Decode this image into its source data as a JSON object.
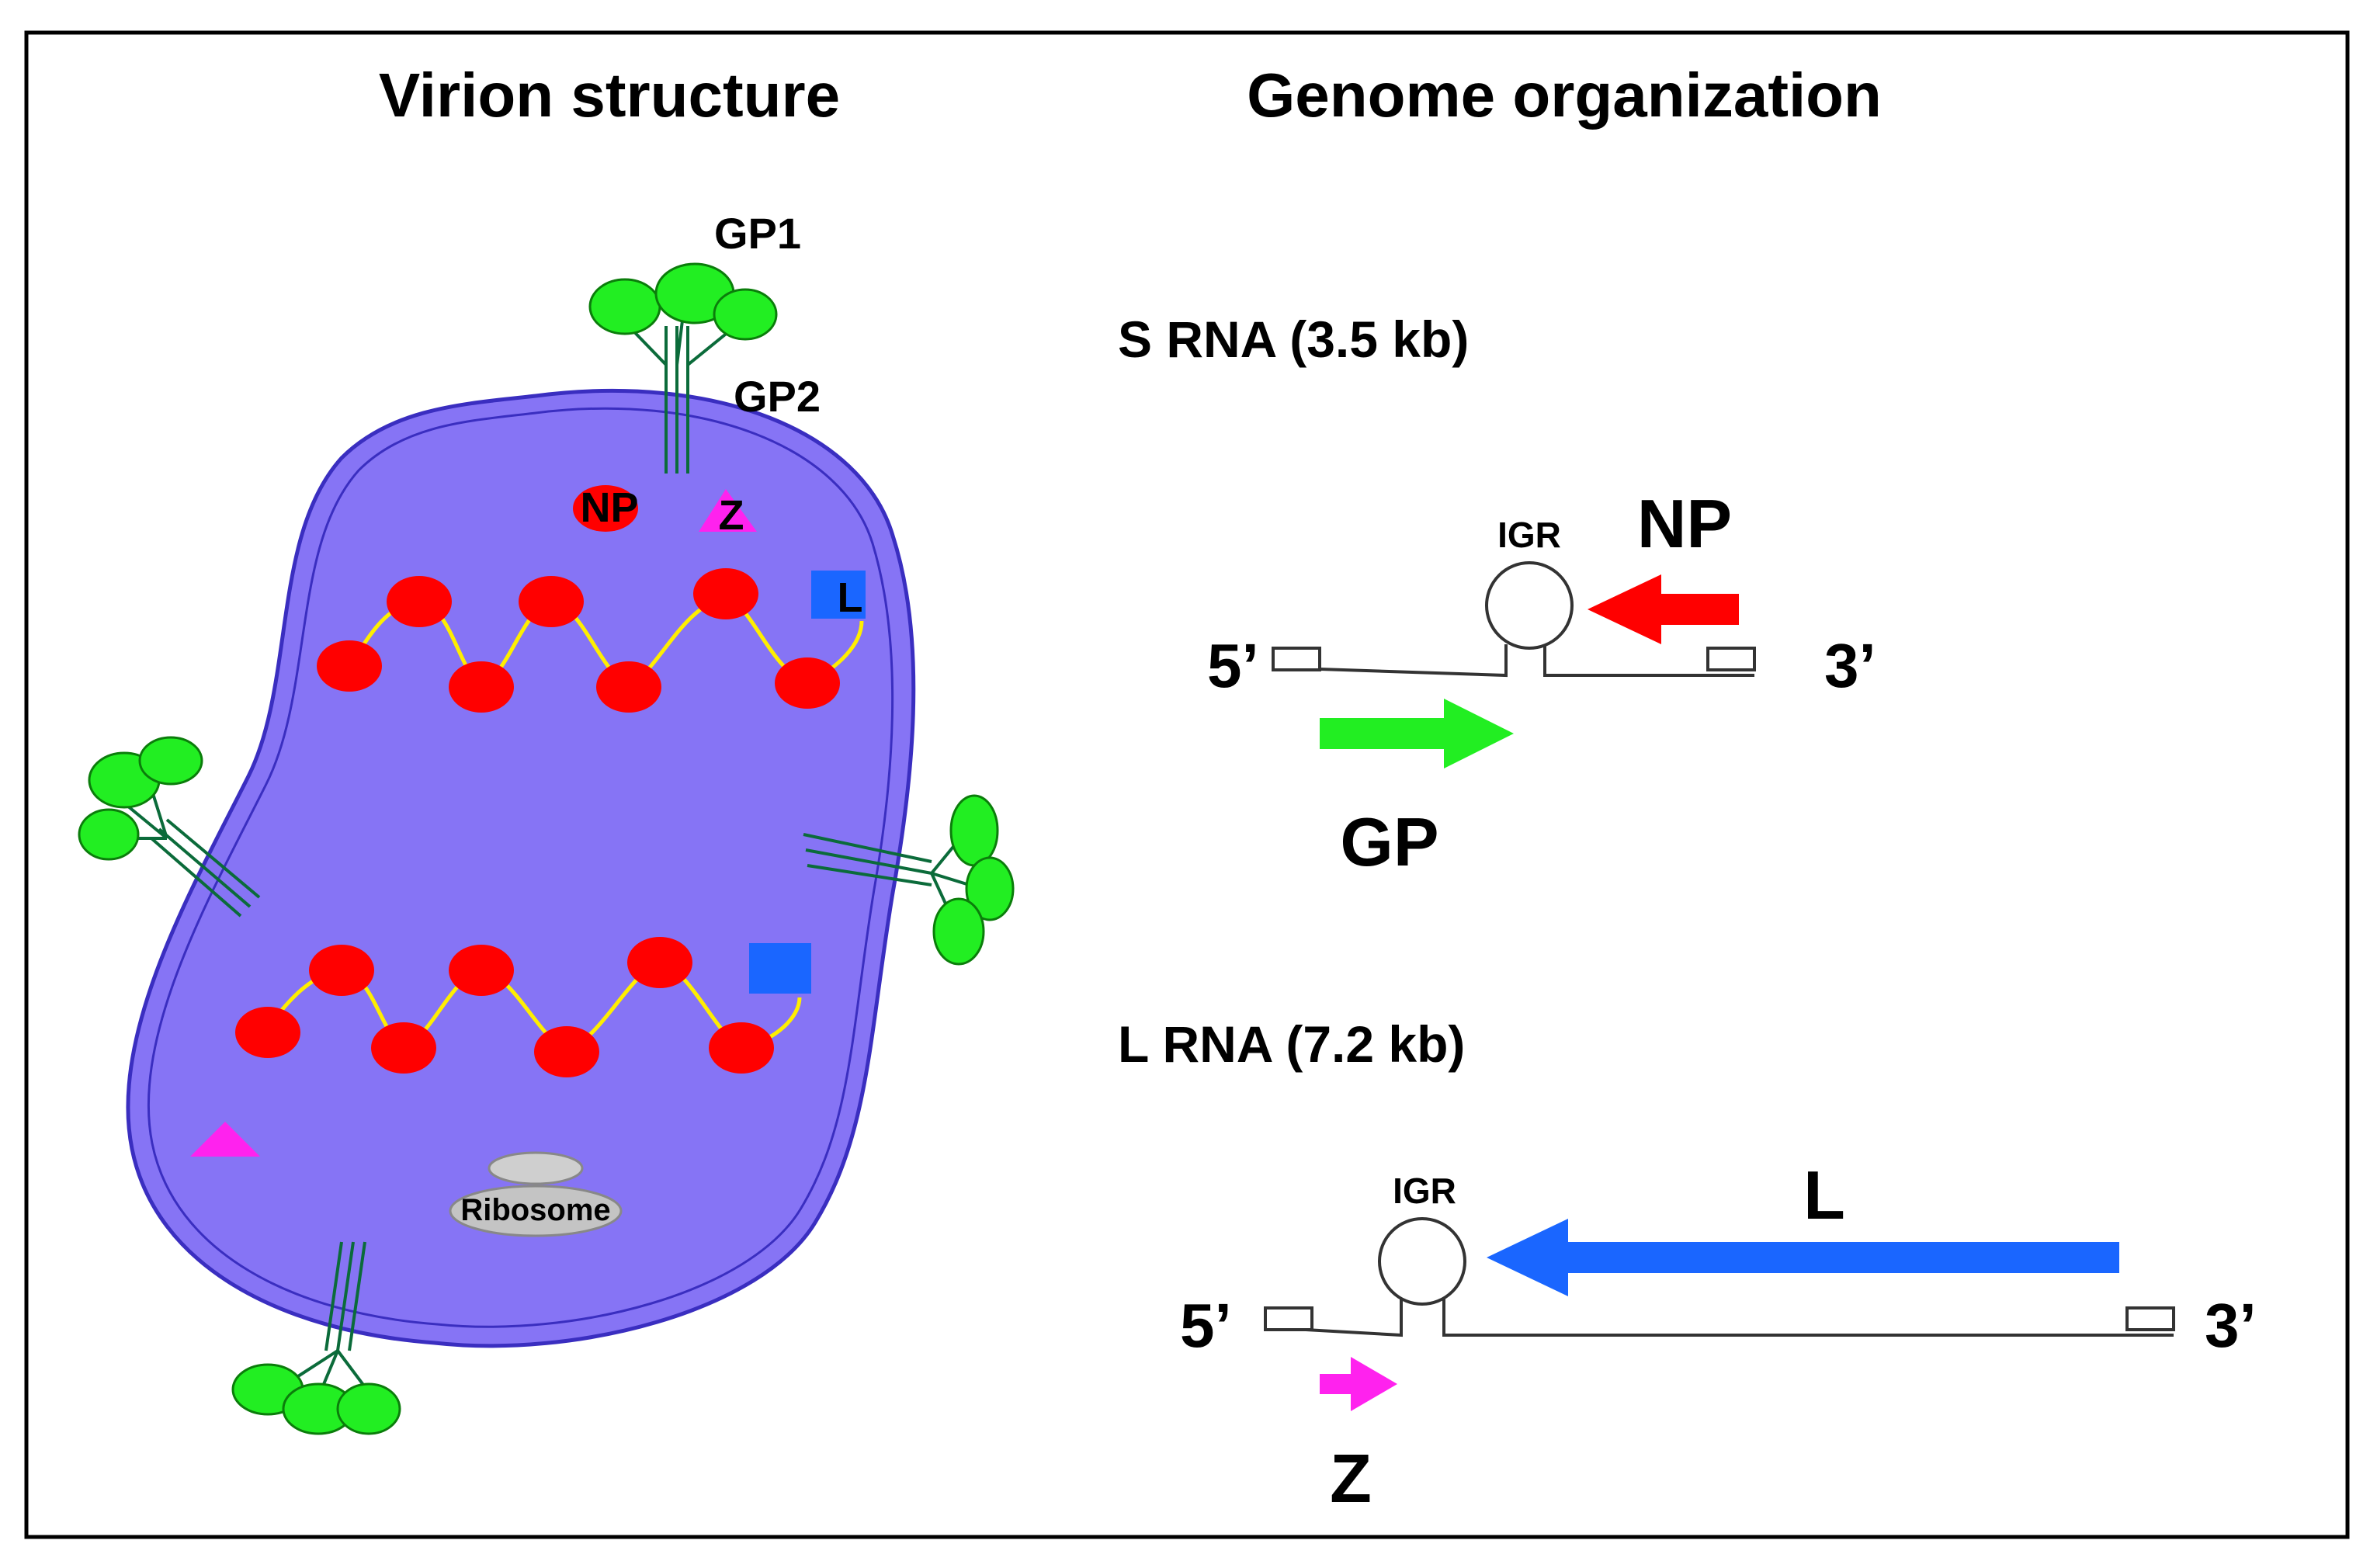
{
  "virion": {
    "title": "Virion structure",
    "labels": {
      "gp1": "GP1",
      "gp2": "GP2",
      "np": "NP",
      "z": "Z",
      "l": "L",
      "ribosome": "Ribosome"
    }
  },
  "genome": {
    "title": "Genome organization",
    "s_rna": {
      "title": "S RNA (3.5 kb)",
      "igr": "IGR",
      "np_label": "NP",
      "gp_label": "GP",
      "five_prime": "5’",
      "three_prime": "3’"
    },
    "l_rna": {
      "title": "L RNA (7.2 kb)",
      "igr": "IGR",
      "l_label": "L",
      "z_label": "Z",
      "five_prime": "5’",
      "three_prime": "3’"
    }
  },
  "colors": {
    "membrane": "#8674f5",
    "membrane_stroke": "#3a2ec0",
    "np_red": "#ff0000",
    "glycoprotein_green": "#22ee22",
    "stalk_green": "#0b6b3a",
    "l_blue": "#1a66ff",
    "z_magenta": "#ff22ee",
    "rna_yellow": "#ffee00",
    "ribosome_gray": "#bdbdbd"
  }
}
